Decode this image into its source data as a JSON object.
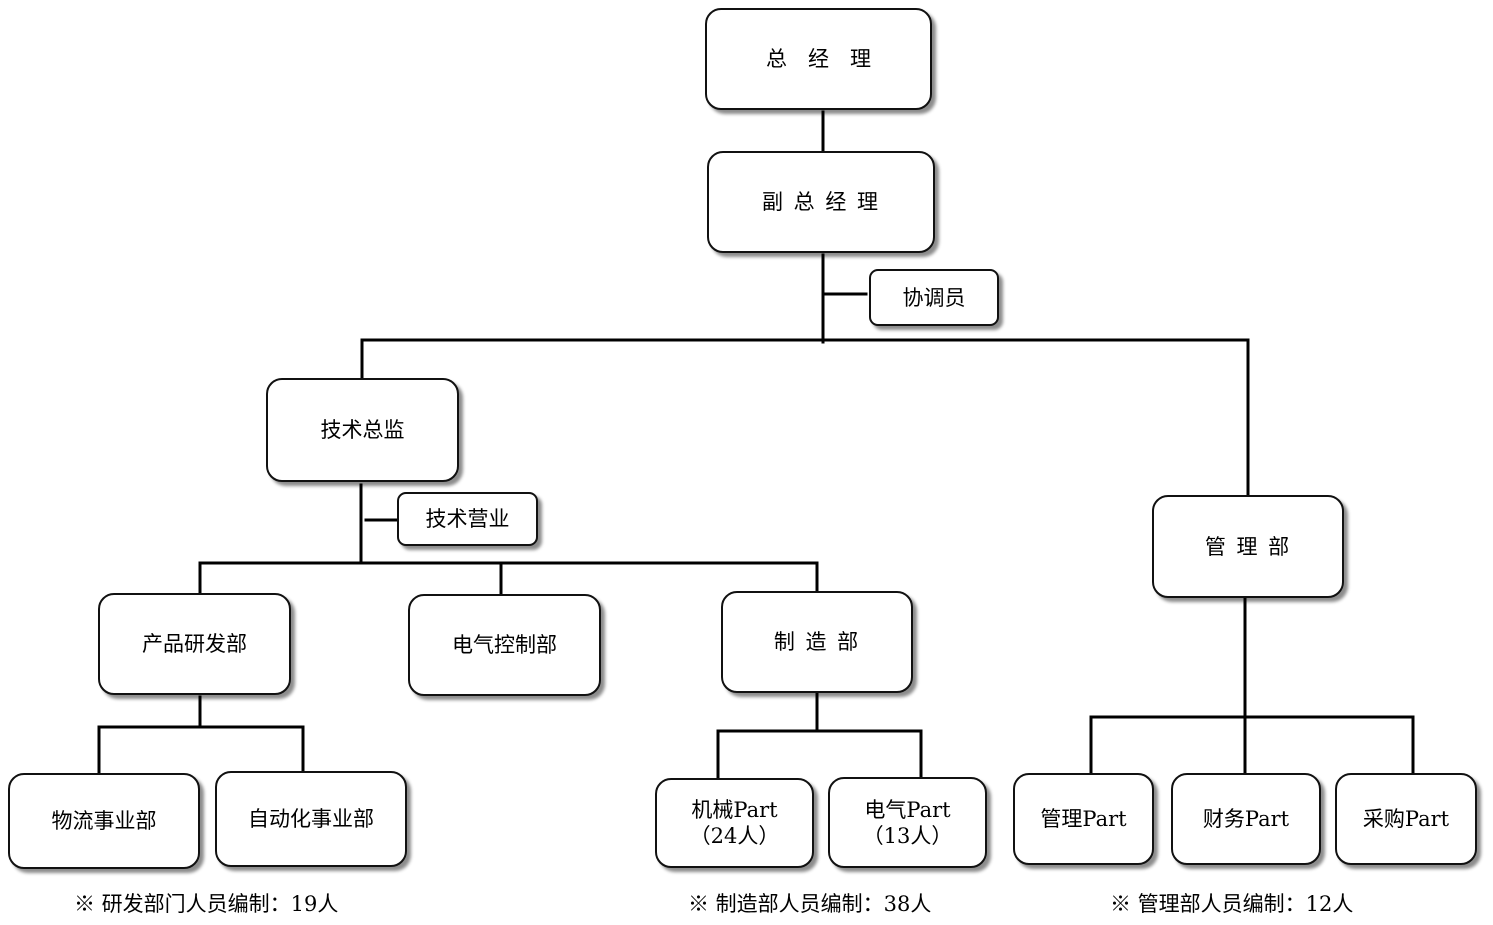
{
  "nodes": {
    "general_manager": "总　经　理",
    "deputy_general_manager": "副 总 经 理",
    "coordinator": "协调员",
    "technical_director": "技术总监",
    "technical_sales": "技术营业",
    "product_rd_dept": "产品研发部",
    "electrical_control_dept": "电气控制部",
    "manufacturing_dept": "制 造 部",
    "management_dept": "管 理 部",
    "logistics_division": "物流事业部",
    "automation_division": "自动化事业部",
    "mechanical_part": {
      "name": "机械Part",
      "count": "（24人）"
    },
    "electrical_part": {
      "name": "电气Part",
      "count": "（13人）"
    },
    "admin_part": "管理Part",
    "finance_part": "财务Part",
    "purchasing_part": "采购Part"
  },
  "notes": {
    "rd_headcount": "※ 研发部门人员编制：19人",
    "manufacturing_headcount": "※ 制造部人员编制：38人",
    "management_headcount": "※ 管理部人员编制：12人"
  }
}
